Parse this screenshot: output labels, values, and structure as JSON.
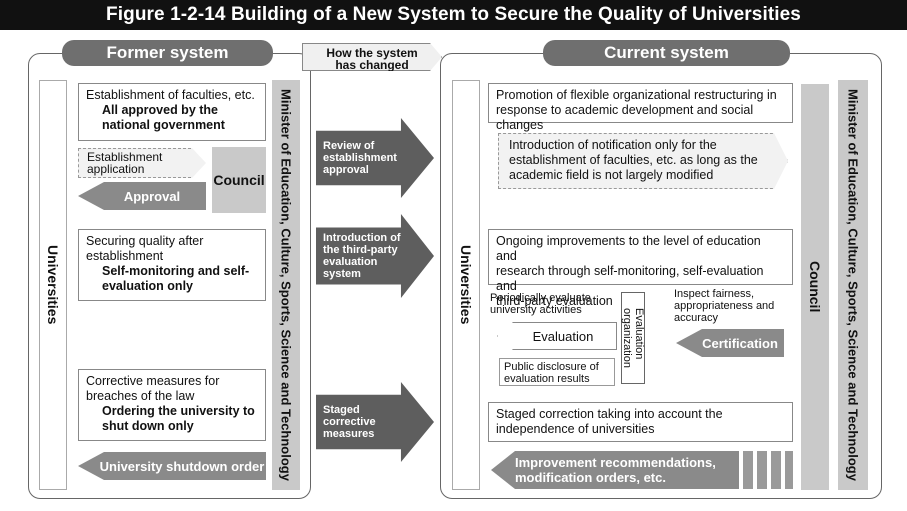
{
  "title": "Figure 1-2-14  Building of a New System to Secure the Quality of Universities",
  "header": {
    "former": "Former system",
    "changed_line1": "How the system",
    "changed_line2": "has changed",
    "current": "Current system"
  },
  "former": {
    "universities": "Universities",
    "minister": "Minister of Education, Culture, Sports, Science and Technology",
    "establishment": {
      "text": "Establishment of faculties, etc.",
      "bold_line1": "All approved by the",
      "bold_line2": "national government"
    },
    "application_line1": "Establishment",
    "application_line2": "application",
    "council": "Council",
    "approval": "Approval",
    "quality": {
      "line1": "Securing quality after",
      "line2": "establishment",
      "bold_line1": "Self-monitoring and self-",
      "bold_line2": "evaluation only"
    },
    "corrective": {
      "line1": "Corrective measures for",
      "line2": "breaches of the law",
      "bold_line1": "Ordering the university to",
      "bold_line2": "shut down only"
    },
    "shutdown": "University shutdown order"
  },
  "changes": [
    {
      "line1": "Review of",
      "line2": "establishment",
      "line3": "approval"
    },
    {
      "line1": "Introduction of",
      "line2": "the third-party",
      "line3": "evaluation",
      "line4": "system"
    },
    {
      "line1": "Staged",
      "line2": "corrective",
      "line3": "measures"
    }
  ],
  "current": {
    "universities": "Universities",
    "council": "Council",
    "minister": "Minister of Education, Culture, Sports, Science and Technology",
    "promotion_line1": "Promotion of flexible organizational restructuring in",
    "promotion_line2": "response to academic development and social changes",
    "notification_line1": "Introduction of notification only for the",
    "notification_line2": "establishment of faculties, etc. as long as the",
    "notification_line3": "academic field is not largely modified",
    "ongoing_line1": "Ongoing improvements to the level of education and",
    "ongoing_line2": "research through self-monitoring, self-evaluation and",
    "ongoing_line3": "third-party evaluation",
    "periodic_line1": "Periodically evaluate",
    "periodic_line2": "university activities",
    "evaluation": "Evaluation",
    "eval_org_line1": "Evaluation",
    "eval_org_line2": "organization",
    "inspect_line1": "Inspect fairness,",
    "inspect_line2": "appropriateness and",
    "inspect_line3": "accuracy",
    "certification": "Certification",
    "disclosure_line1": "Public disclosure of",
    "disclosure_line2": "evaluation results",
    "staged_line1": "Staged correction taking into account the",
    "staged_line2": "independence of universities",
    "improvement_line1": "Improvement recommendations,",
    "improvement_line2": "modification orders, etc."
  }
}
